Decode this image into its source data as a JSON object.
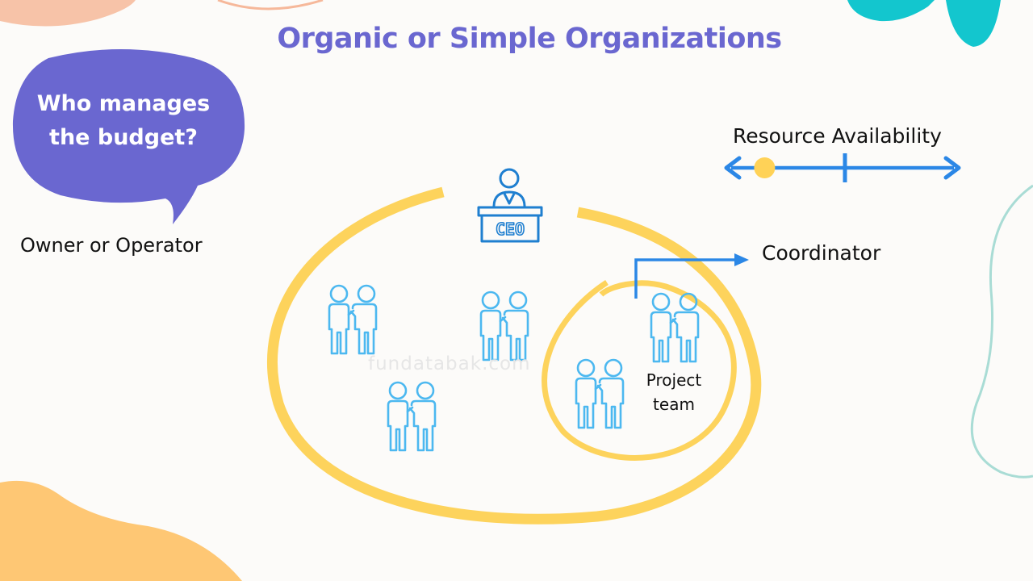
{
  "title": "Organic or Simple Organizations",
  "question": {
    "line1": "Who manages",
    "line2": "the budget?",
    "answer": "Owner or Operator"
  },
  "resource_scale": {
    "label": "Resource Availability",
    "level": 0.15
  },
  "ceo_label": "CEO",
  "coordinator_label": "Coordinator",
  "project_team": {
    "line1": "Project",
    "line2": "team"
  },
  "watermark": "fundatabak.com",
  "colors": {
    "title": "#6a67d0",
    "bubble": "#6a67d0",
    "spiral": "#fdd35c",
    "people": "#4cb8f0",
    "ceo": "#1f7fd0",
    "arrow": "#2b87e6",
    "marker": "#ffd257",
    "blob_peach": "#f6b89a",
    "blob_teal": "#13c6ce",
    "blob_orange": "#fec774",
    "line_mint": "#a9dcd5"
  },
  "icons": [
    "ceo-desk-icon",
    "people-pair-icon"
  ]
}
